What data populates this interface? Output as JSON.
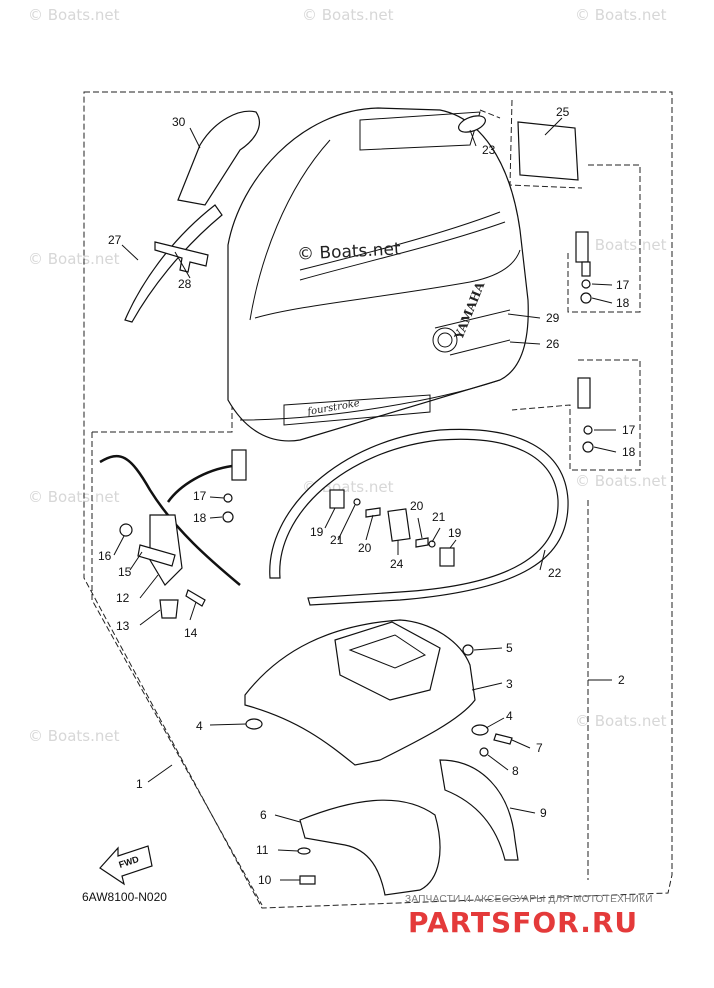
{
  "watermark": "© Boats.net",
  "diagram_code": "6AW8100-N020",
  "fwd_label": "FWD",
  "brand_decal": "YAMAHA",
  "model_decal": "fourstroke",
  "banner_subtitle": "ЗАПЧАСТИ И АКСЕССУАРЫ ДЛЯ МОТОТЕХНИКИ",
  "banner_main": "PARTSFOR.RU",
  "callouts": {
    "c1": "1",
    "c2": "2",
    "c3": "3",
    "c4a": "4",
    "c4b": "4",
    "c5": "5",
    "c6": "6",
    "c7": "7",
    "c8": "8",
    "c9": "9",
    "c10": "10",
    "c11": "11",
    "c12": "12",
    "c13": "13",
    "c14": "14",
    "c15": "15",
    "c16": "16",
    "c17a": "17",
    "c17b": "17",
    "c17c": "17",
    "c18a": "18",
    "c18b": "18",
    "c18c": "18",
    "c19a": "19",
    "c19b": "19",
    "c20a": "20",
    "c20b": "20",
    "c21a": "21",
    "c21b": "21",
    "c22": "22",
    "c23": "23",
    "c24": "24",
    "c25": "25",
    "c26": "26",
    "c27": "27",
    "c28": "28",
    "c29": "29",
    "c30": "30"
  }
}
